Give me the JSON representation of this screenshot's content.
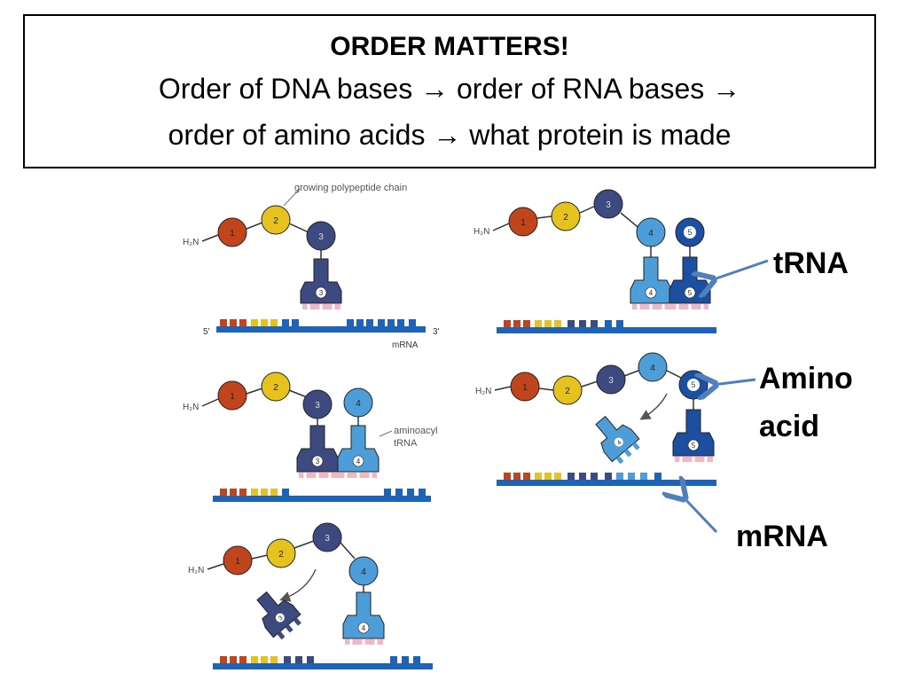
{
  "header": {
    "title": "ORDER MATTERS!",
    "line1_part1": "Order of DNA bases",
    "line1_part2": "order of RNA bases",
    "line2_part1": "order of amino acids",
    "line2_part2": "what protein is made",
    "arrow_glyph": "→"
  },
  "labels": {
    "trna": "tRNA",
    "amino_line1": "Amino",
    "amino_line2": "acid",
    "mrna": "mRNA",
    "growing_chain": "growing polypeptide chain",
    "aminoacyl_line1": "aminoacyl",
    "aminoacyl_line2": "tRNA",
    "five_prime": "5'",
    "three_prime": "3'",
    "mrna_small": "mRNA",
    "h2n": "H₂N"
  },
  "amino_acid_numbers": [
    "1",
    "2",
    "3",
    "4",
    "5"
  ],
  "colors": {
    "aa1": "#c0441c",
    "aa2": "#e6c21e",
    "aa3": "#3d4a80",
    "aa4": "#4d9ed8",
    "aa5": "#1c4fa0",
    "mrna_strand": "#1d63b8",
    "pointer_arrow": "#4f7fbf"
  }
}
